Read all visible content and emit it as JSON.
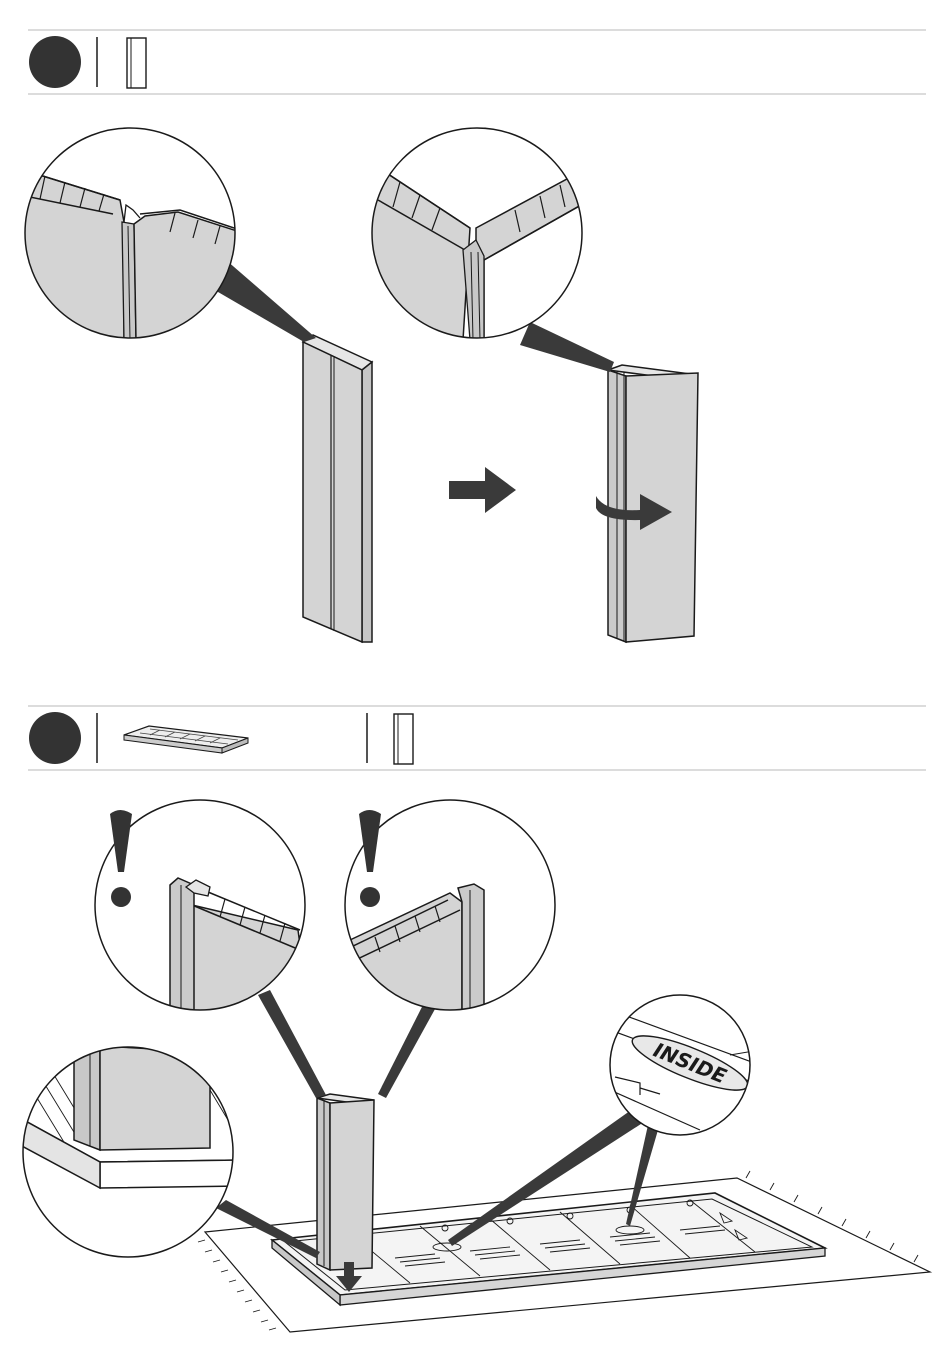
{
  "page": {
    "background": "#ffffff",
    "panel_gray": "#d4d4d4",
    "line_color": "#1a1a1a",
    "arrow_color": "#3a3a3a",
    "badge_color": "#333333",
    "rule_color": "#d0d0d0"
  },
  "steps": [
    {
      "badge_icon": "step-number-circle",
      "part_icon": "panel-outline-icon"
    },
    {
      "badge_icon": "step-number-circle",
      "part_icon": "floor-base-thumbnail",
      "part_icon_2": "panel-outline-icon"
    }
  ],
  "callouts": {
    "inside_label": "INSIDE",
    "warning_icon": "exclamation-icon"
  }
}
